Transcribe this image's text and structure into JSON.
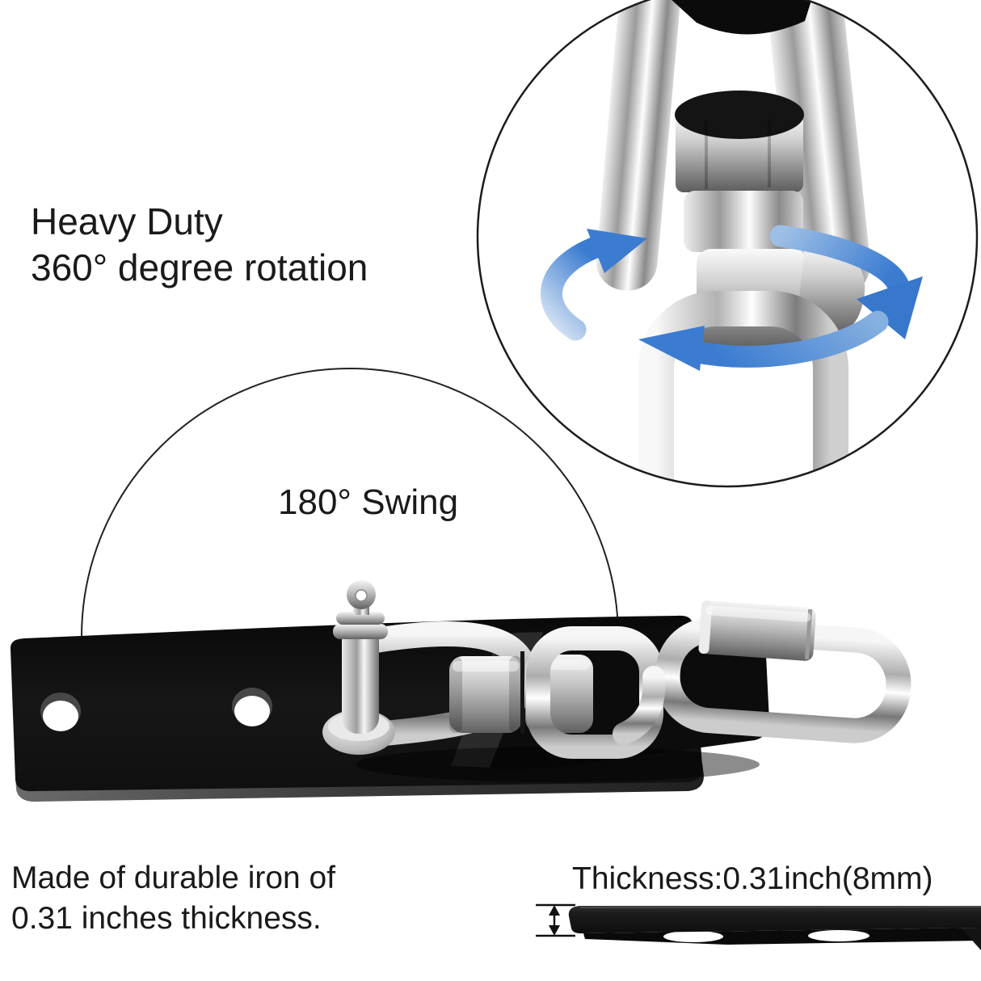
{
  "title": "Swing hanger product feature image",
  "annotations": {
    "heading": {
      "line1": "Heavy Duty",
      "line2": "360° degree rotation"
    },
    "swing": {
      "label": "180° Swing"
    },
    "material": {
      "line1": "Made of durable iron of",
      "line2": "0.31 inches thickness."
    },
    "thickness": {
      "label": "Thickness:0.31inch(8mm)"
    }
  },
  "icons": {
    "rotation_arrows": "circular-rotation-arrows",
    "thickness_arrow": "vertical-double-arrow",
    "magnifier": "zoom-detail-circle",
    "swing_arc": "swing-range-circle"
  },
  "colors": {
    "background": "#ffffff",
    "text": "#1a1a1a",
    "outline": "#1c1c1c",
    "arrow_blue": "#3b7cd1",
    "arrow_blue_light": "#cde0f3",
    "plate_black": "#121212",
    "chrome_light": "#f4f4f4",
    "chrome_mid": "#c0c0c0",
    "chrome_dark": "#6f6f6f"
  }
}
